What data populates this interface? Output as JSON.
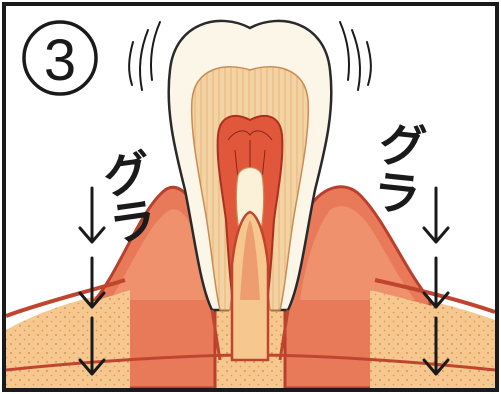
{
  "panel": {
    "step_number": "3",
    "left_sfx": "グラ",
    "right_sfx": "グラ"
  }
}
